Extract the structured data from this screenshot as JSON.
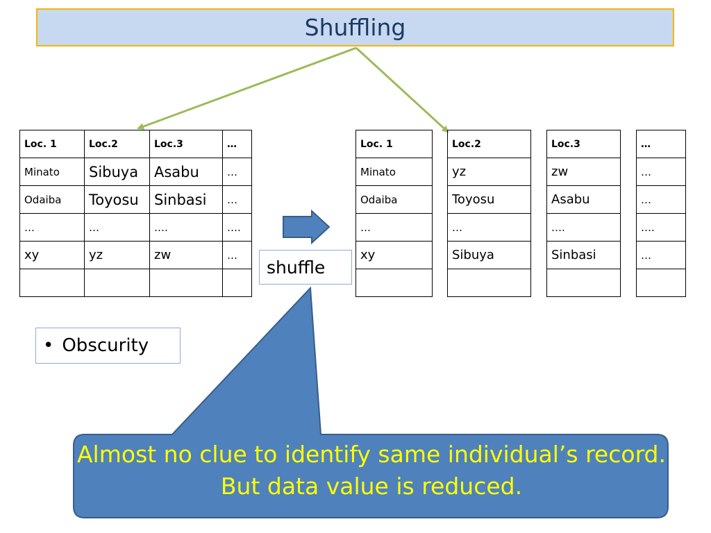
{
  "title": "Shuffling",
  "left_table": {
    "rows": [
      [
        "Loc. 1",
        "Loc.2",
        "Loc.3",
        "…"
      ],
      [
        "Minato",
        "Sibuya",
        "Asabu",
        "…"
      ],
      [
        "Odaiba",
        "Toyosu",
        "Sinbasi",
        "…"
      ],
      [
        "…",
        "…",
        "….",
        "…."
      ],
      [
        "xy",
        "yz",
        "zw",
        "…"
      ],
      [
        "",
        "",
        "",
        ""
      ]
    ]
  },
  "shuffle_label": "shuffle",
  "right_tables": [
    {
      "rows": [
        "Loc. 1",
        "Minato",
        "Odaiba",
        "…",
        "xy",
        ""
      ]
    },
    {
      "rows": [
        "Loc.2",
        "yz",
        "Toyosu",
        "…",
        "Sibuya",
        ""
      ]
    },
    {
      "rows": [
        "Loc.3",
        "zw",
        "Asabu",
        "….",
        "Sinbasi",
        ""
      ]
    },
    {
      "rows": [
        "…",
        "…",
        "…",
        "….",
        "…",
        ""
      ]
    }
  ],
  "bullet": {
    "symbol": "•",
    "text": "Obscurity"
  },
  "callout": {
    "line1": "Almost no clue to identify same individual’s record.",
    "line2": "But data value is reduced."
  },
  "colors": {
    "title_fill": "#c6d9f0",
    "title_border": "#f2b705",
    "pointer_arrows": "#9bbb59",
    "shuffle_arrow": "#4f81bd",
    "callout_fill": "#4f81bd",
    "callout_text": "#ffff00"
  }
}
